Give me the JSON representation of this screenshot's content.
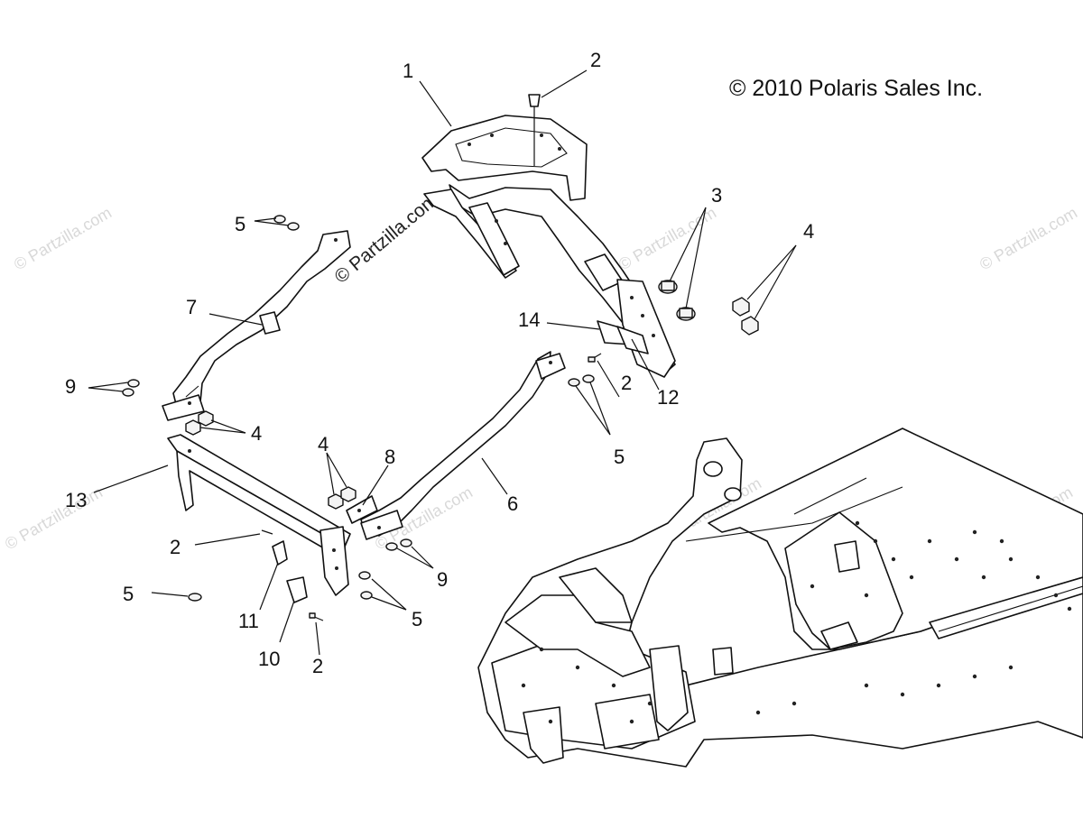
{
  "copyright": "© 2010 Polaris Sales Inc.",
  "watermark_main": "© Partzilla.com",
  "watermark_faint": "© Partzilla.com",
  "callouts": {
    "c1": "1",
    "c2_top": "2",
    "c3": "3",
    "c4_right": "4",
    "c5_top": "5",
    "c7": "7",
    "c14": "14",
    "c12": "12",
    "c2_mid": "2",
    "c5_mid": "5",
    "c9_left": "9",
    "c4_left": "4",
    "c4_center": "4",
    "c8": "8",
    "c6": "6",
    "c13": "13",
    "c2_left": "2",
    "c9_right": "9",
    "c5_left": "5",
    "c11": "11",
    "c5_bottom": "5",
    "c10": "10",
    "c2_bottom": "2"
  }
}
